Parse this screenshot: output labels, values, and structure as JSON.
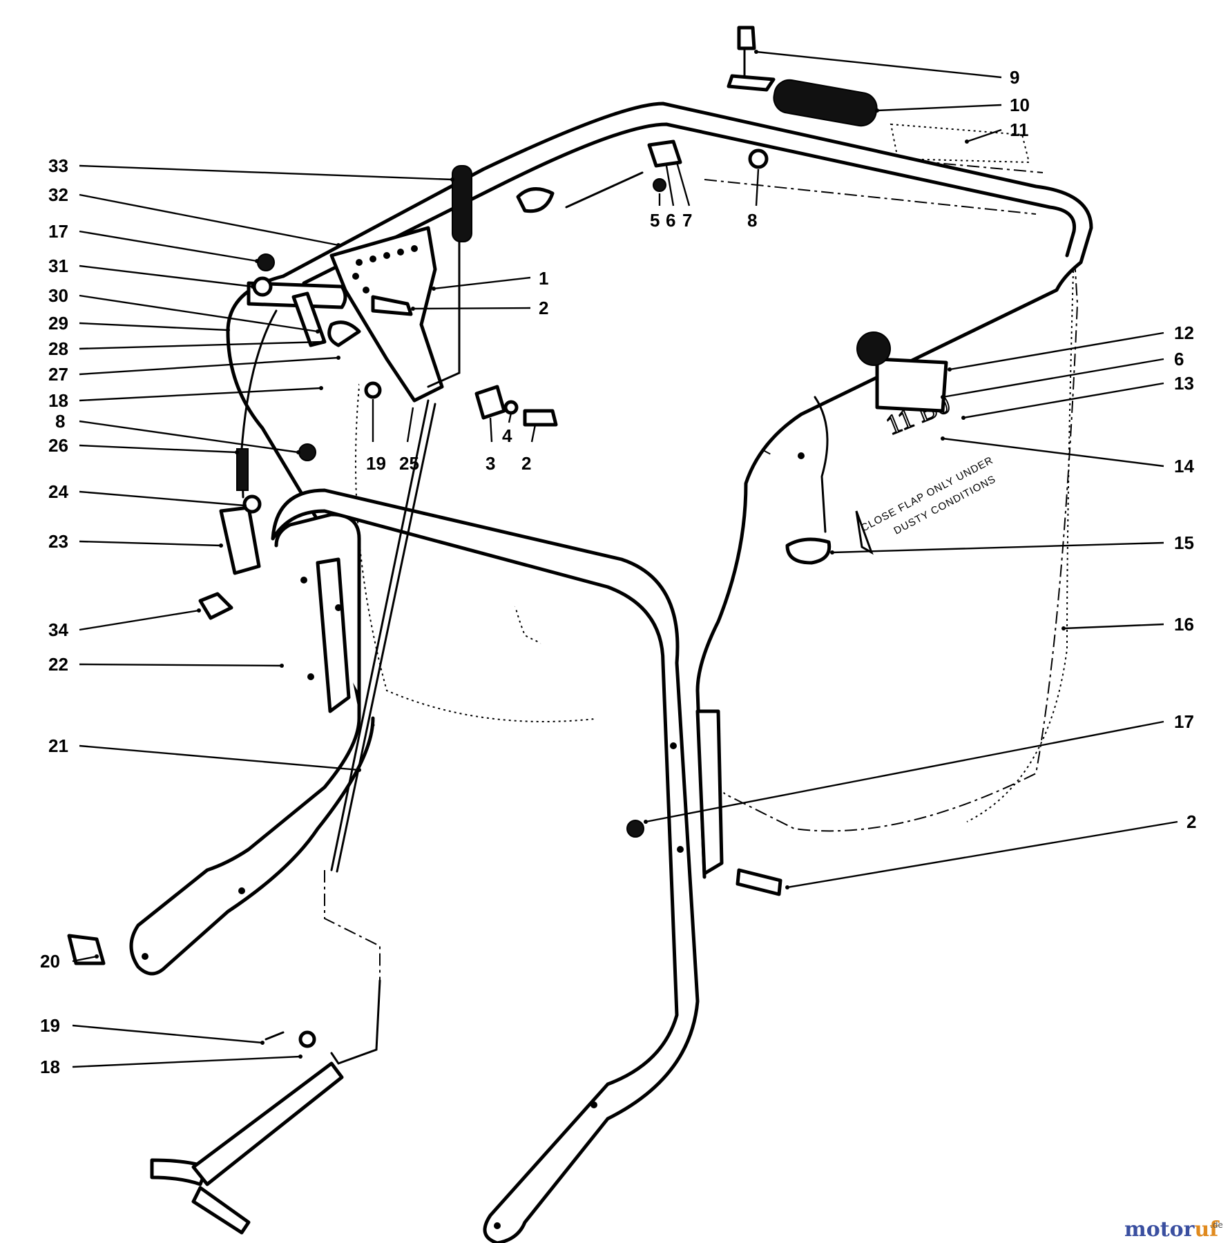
{
  "diagram": {
    "callouts": [
      {
        "id": "c33",
        "label": "33"
      },
      {
        "id": "c32",
        "label": "32"
      },
      {
        "id": "c17a",
        "label": "17"
      },
      {
        "id": "c31",
        "label": "31"
      },
      {
        "id": "c30",
        "label": "30"
      },
      {
        "id": "c29",
        "label": "29"
      },
      {
        "id": "c28",
        "label": "28"
      },
      {
        "id": "c27",
        "label": "27"
      },
      {
        "id": "c18a",
        "label": "18"
      },
      {
        "id": "c8a",
        "label": "8"
      },
      {
        "id": "c26",
        "label": "26"
      },
      {
        "id": "c24",
        "label": "24"
      },
      {
        "id": "c23",
        "label": "23"
      },
      {
        "id": "c34",
        "label": "34"
      },
      {
        "id": "c22",
        "label": "22"
      },
      {
        "id": "c21",
        "label": "21"
      },
      {
        "id": "c20",
        "label": "20"
      },
      {
        "id": "c19a",
        "label": "19"
      },
      {
        "id": "c18b",
        "label": "18"
      },
      {
        "id": "c9",
        "label": "9"
      },
      {
        "id": "c10",
        "label": "10"
      },
      {
        "id": "c11",
        "label": "11"
      },
      {
        "id": "c1",
        "label": "1"
      },
      {
        "id": "c2a",
        "label": "2"
      },
      {
        "id": "c12",
        "label": "12"
      },
      {
        "id": "c6a",
        "label": "6"
      },
      {
        "id": "c13",
        "label": "13"
      },
      {
        "id": "c14",
        "label": "14"
      },
      {
        "id": "c15",
        "label": "15"
      },
      {
        "id": "c16",
        "label": "16"
      },
      {
        "id": "c17b",
        "label": "17"
      },
      {
        "id": "c2d",
        "label": "2"
      },
      {
        "id": "c5",
        "label": "5"
      },
      {
        "id": "c6b",
        "label": "6"
      },
      {
        "id": "c7",
        "label": "7"
      },
      {
        "id": "c8b",
        "label": "8"
      },
      {
        "id": "c19b",
        "label": "19"
      },
      {
        "id": "c25",
        "label": "25"
      },
      {
        "id": "c3",
        "label": "3"
      },
      {
        "id": "c2b",
        "label": "2"
      },
      {
        "id": "c4",
        "label": "4"
      }
    ],
    "bag_note_lines": [
      "CLOSE FLAP ONLY UNDER",
      "DUSTY CONDITIONS"
    ],
    "handwritten_mark": "11 B0",
    "watermark": {
      "brand_a": "motor",
      "brand_b": "uf",
      "suffix": ".de"
    }
  }
}
